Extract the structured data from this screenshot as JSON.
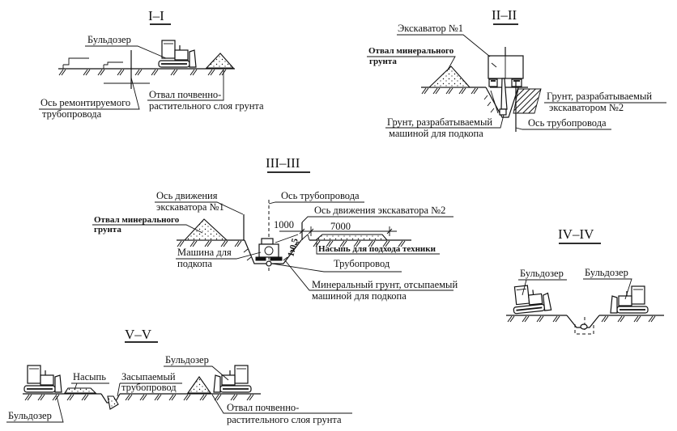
{
  "figure": {
    "sections": [
      {
        "id": "I",
        "title": "I–I",
        "labels": {
          "bulldozer": "Бульдозер",
          "axis_line1": "Ось ремонтируемого",
          "axis_line2": "трубопровода",
          "spoil_line1": "Отвал почвенно-",
          "spoil_line2": "растительного слоя грунта"
        }
      },
      {
        "id": "II",
        "title": "II–II",
        "labels": {
          "excavator": "Экскаватор №1",
          "mineral_line1": "Отвал минерального",
          "mineral_line2": "грунта",
          "soil2_line1": "Грунт, разрабатываемый",
          "soil2_line2": "экскаватором №2",
          "soil_undercut_line1": "Грунт, разрабатываемый",
          "soil_undercut_line2": "машиной для подкопа",
          "pipe_axis": "Ось трубопровода"
        }
      },
      {
        "id": "III",
        "title": "III–III",
        "labels": {
          "axis_exc1_line1": "Ось движения",
          "axis_exc1_line2": "экскаватора №1",
          "pipe_axis": "Ось трубопровода",
          "axis_exc2": "Ось движения экскаватора №2",
          "mineral_line1": "Отвал минерального",
          "mineral_line2": "грунта",
          "dim_1000": "1000",
          "dim_7000": "7000",
          "slope": "1:0,5",
          "embankment": "Насыпь для подхода техники",
          "machine_line1": "Машина для",
          "machine_line2": "подкопа",
          "pipeline": "Трубопровод",
          "mineral_fill_line1": "Минеральный грунт, отсыпаемый",
          "mineral_fill_line2": "машиной для подкопа"
        }
      },
      {
        "id": "IV",
        "title": "IV–IV",
        "labels": {
          "bulldozer_left": "Бульдозер",
          "bulldozer_right": "Бульдозер"
        }
      },
      {
        "id": "V",
        "title": "V–V",
        "labels": {
          "bulldozer_left": "Бульдозер",
          "embankment": "Насыпь",
          "backfilled_line1": "Засыпаемый",
          "backfilled_line2": "трубопровод",
          "bulldozer_right": "Бульдозер",
          "spoil_line1": "Отвал почвенно-",
          "spoil_line2": "растительного слоя грунта"
        }
      }
    ]
  }
}
